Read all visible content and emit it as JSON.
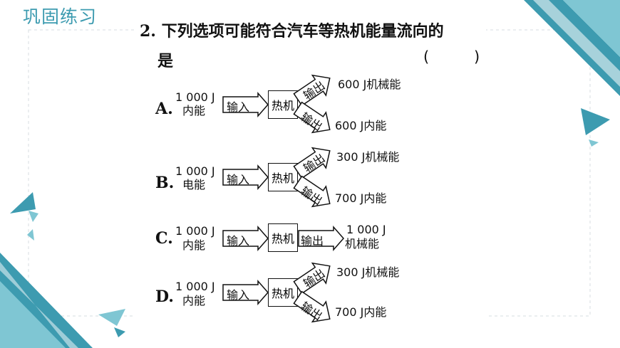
{
  "slide": {
    "title": "巩固练习",
    "accent_color": "#3d9bb0"
  },
  "question": {
    "number": "2.",
    "line1": "下列选项可能符合汽车等热机能量流向的",
    "line2": "是",
    "paren_left": "(",
    "paren_right": ")"
  },
  "common": {
    "engine": "热机",
    "input": "输入",
    "output": "输出"
  },
  "options": {
    "A": {
      "label": "A.",
      "in_amount": "1 000 J",
      "in_type": "内能",
      "out1": "600 J机械能",
      "out2": "600 J内能"
    },
    "B": {
      "label": "B.",
      "in_amount": "1 000 J",
      "in_type": "电能",
      "out1": "300 J机械能",
      "out2": "700 J内能"
    },
    "C": {
      "label": "C.",
      "in_amount": "1 000 J",
      "in_type": "内能",
      "out_amount": "1 000 J",
      "out_type": "机械能"
    },
    "D": {
      "label": "D.",
      "in_amount": "1 000 J",
      "in_type": "内能",
      "out1": "300 J机械能",
      "out2": "700 J内能"
    }
  }
}
